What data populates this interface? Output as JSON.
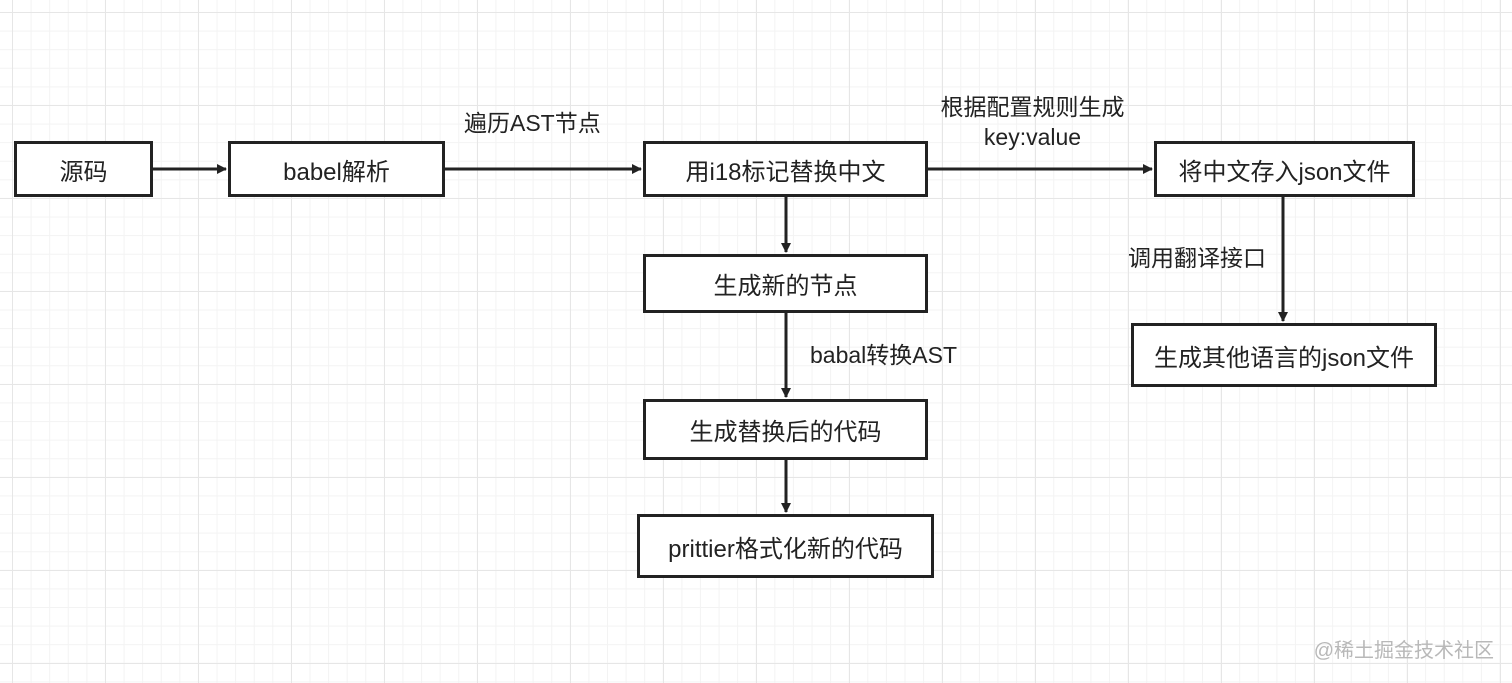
{
  "nodes": {
    "source": "源码",
    "babel_parse": "babel解析",
    "mark_replace": "用i18标记替换中文",
    "save_json": "将中文存入json文件",
    "gen_node": "生成新的节点",
    "gen_code": "生成替换后的代码",
    "prettier": "prittier格式化新的代码",
    "other_lang": "生成其他语言的json文件"
  },
  "edge_labels": {
    "traverse": "遍历AST节点",
    "rule_line1": "根据配置规则生成",
    "rule_line2": "key:value",
    "translate": "调用翻译接口",
    "transform": "babal转换AST"
  },
  "watermark": "@稀土掘金技术社区"
}
